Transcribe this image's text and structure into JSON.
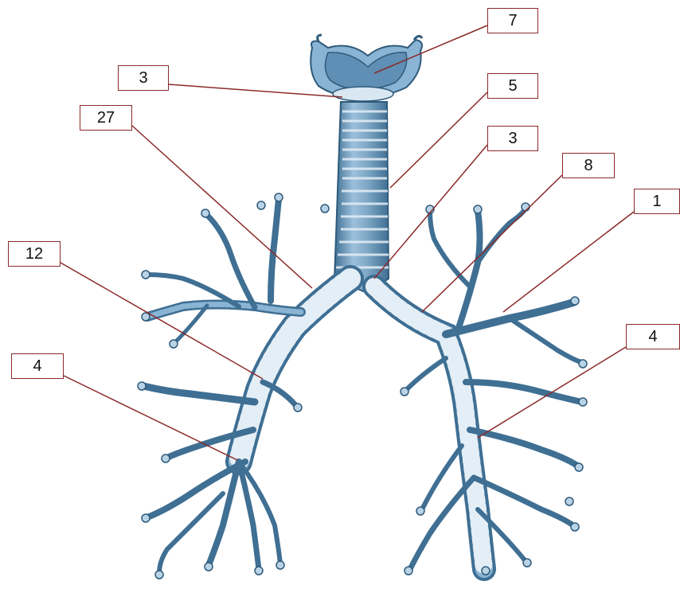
{
  "labels": {
    "larynx": "7",
    "cricoid": "3",
    "trachea": "5",
    "upper_left_bronchiole": "27",
    "carina": "3",
    "left_main_bronchus": "8",
    "left_upper_branch": "1",
    "right_main_bronchus": "12",
    "right_lower_branch": "4",
    "left_lower_branch": "4"
  },
  "colors": {
    "airway_fill": "#7fa8c6",
    "airway_light": "#b9d3e6",
    "airway_ring": "#e4eef6",
    "airway_dark": "#3f6f93",
    "leader_line": "#8b2a2a",
    "box_border": "#8b2a2a"
  }
}
